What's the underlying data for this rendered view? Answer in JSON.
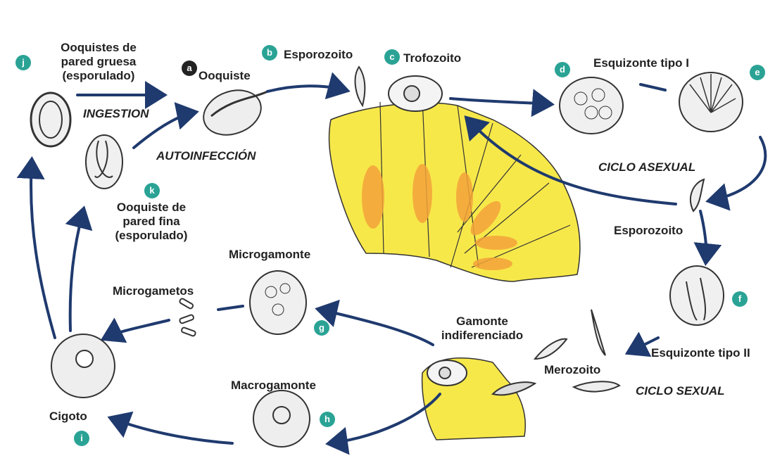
{
  "labels": {
    "thick_oocyst": "Ooquistes de\npared gruesa\n(esporulado)",
    "ingestion": "INGESTION",
    "oocyst": "Ooquiste",
    "autoinfection": "AUTOINFECCIÓN",
    "sporozoite_top": "Esporozoito",
    "trophozoite": "Trofozoito",
    "schizont_1": "Esquizonte tipo I",
    "asexual_cycle": "CICLO ASEXUAL",
    "sporozoite_right": "Esporozoito",
    "schizont_2": "Esquizonte tipo II",
    "merozoite": "Merozoito",
    "sexual_cycle": "CICLO SEXUAL",
    "gamont": "Gamonte\nindiferenciado",
    "microgamont": "Microgamonte",
    "microgametes": "Microgametos",
    "macrogamont": "Macrogamonte",
    "zygote": "Cigoto",
    "thin_oocyst": "Ooquiste de\npared fina\n(esporulado)"
  },
  "badges": {
    "a": "a",
    "b": "b",
    "c": "c",
    "d": "d",
    "e": "e",
    "f": "f",
    "g": "g",
    "h": "h",
    "i": "i",
    "j": "j",
    "k": "k"
  },
  "colors": {
    "arrow": "#1f3a6e",
    "badge": "#2aa395",
    "tissue_yellow": "#f7e84a",
    "tissue_orange": "#f3a23a",
    "outline": "#333333"
  }
}
